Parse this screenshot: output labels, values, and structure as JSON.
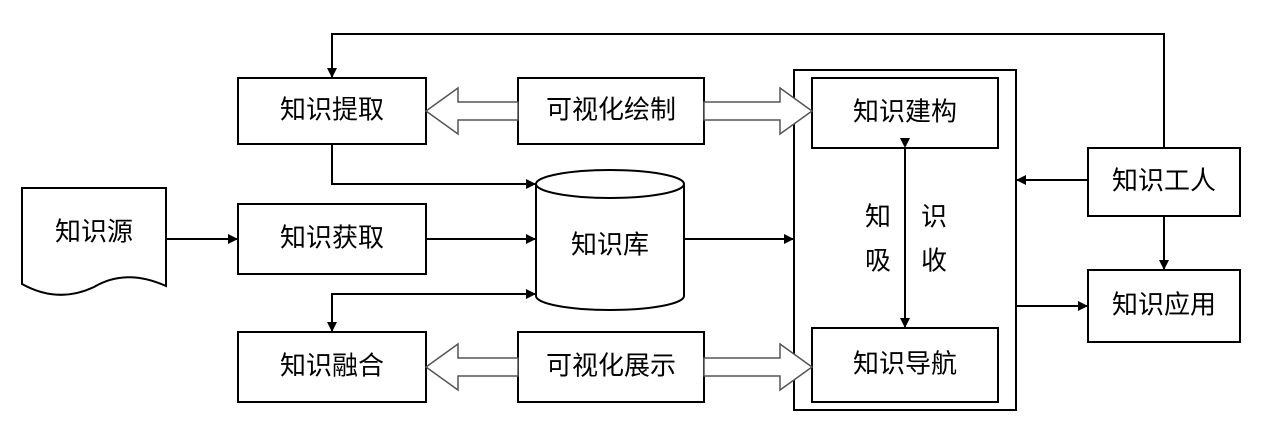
{
  "nodes": {
    "source": "知识源",
    "extract": "知识提取",
    "acquire": "知识获取",
    "fusion": "知识融合",
    "vis_draw": "可视化绘制",
    "vis_show": "可视化展示",
    "kb": "知识库",
    "construct": "知识建构",
    "navigate": "知识导航",
    "absorb_left_1": "知",
    "absorb_left_2": "吸",
    "absorb_right_1": "识",
    "absorb_right_2": "收",
    "worker": "知识工人",
    "application": "知识应用"
  }
}
